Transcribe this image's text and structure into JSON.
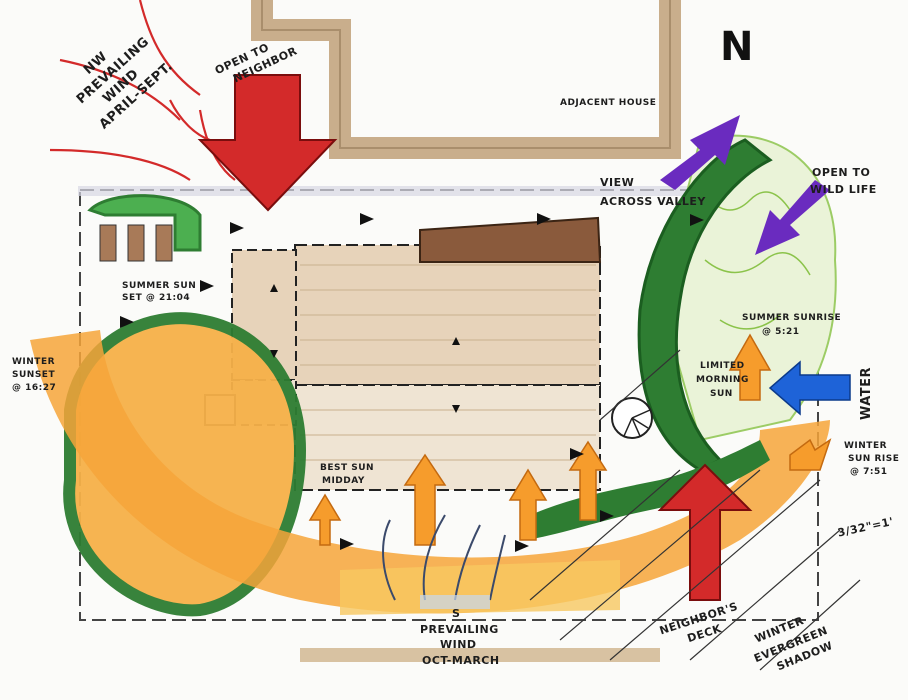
{
  "north_label": "N",
  "labels": {
    "prevailing_wind_nw": [
      "NW",
      "PREVAILING",
      "WIND",
      "APRIL-SEPT."
    ],
    "open_to_neighbor": [
      "OPEN TO",
      "NEIGHBOR"
    ],
    "adjacent_house": "ADJACENT HOUSE",
    "view_across_valley": [
      "VIEW",
      "ACROSS VALLEY"
    ],
    "open_to_wildlife": [
      "OPEN TO",
      "WILD LIFE"
    ],
    "summer_sunset": [
      "SUMMER SUN",
      "SET @ 21:04"
    ],
    "summer_sunrise": [
      "SUMMER SUNRISE",
      "@ 5:21"
    ],
    "winter_sunset": [
      "WINTER",
      "SUNSET",
      "@ 16:27"
    ],
    "limited_morning_sun": [
      "LIMITED",
      "MORNING",
      "SUN"
    ],
    "water": "WATER",
    "winter_sunrise": [
      "WINTER",
      "SUN RISE",
      "@ 7:51"
    ],
    "best_sun": [
      "BEST SUN",
      "MIDDAY"
    ],
    "scale": "3/32\"=1'",
    "south_wind": [
      "S",
      "PREVAILING",
      "WIND",
      "OCT-MARCH"
    ],
    "neighbors_deck": [
      "NEIGHBOR'S",
      "DECK"
    ],
    "winter_shadow": [
      "WINTER",
      "EVERGREEN",
      "SHADOW"
    ]
  },
  "colors": {
    "paper": "#fbfbf9",
    "house_tan": "#eadbc6",
    "house_shadow": "#b59a78",
    "deck_brown": "#8a5a3c",
    "arrow_red": "#d32a2a",
    "arrow_purple": "#6a2bbf",
    "arrow_blue": "#1e63d8",
    "sun_orange": "#f6a53a",
    "sun_yellow": "#f7c860",
    "tree_green": "#2e7d32",
    "light_green": "#9ccc65"
  }
}
